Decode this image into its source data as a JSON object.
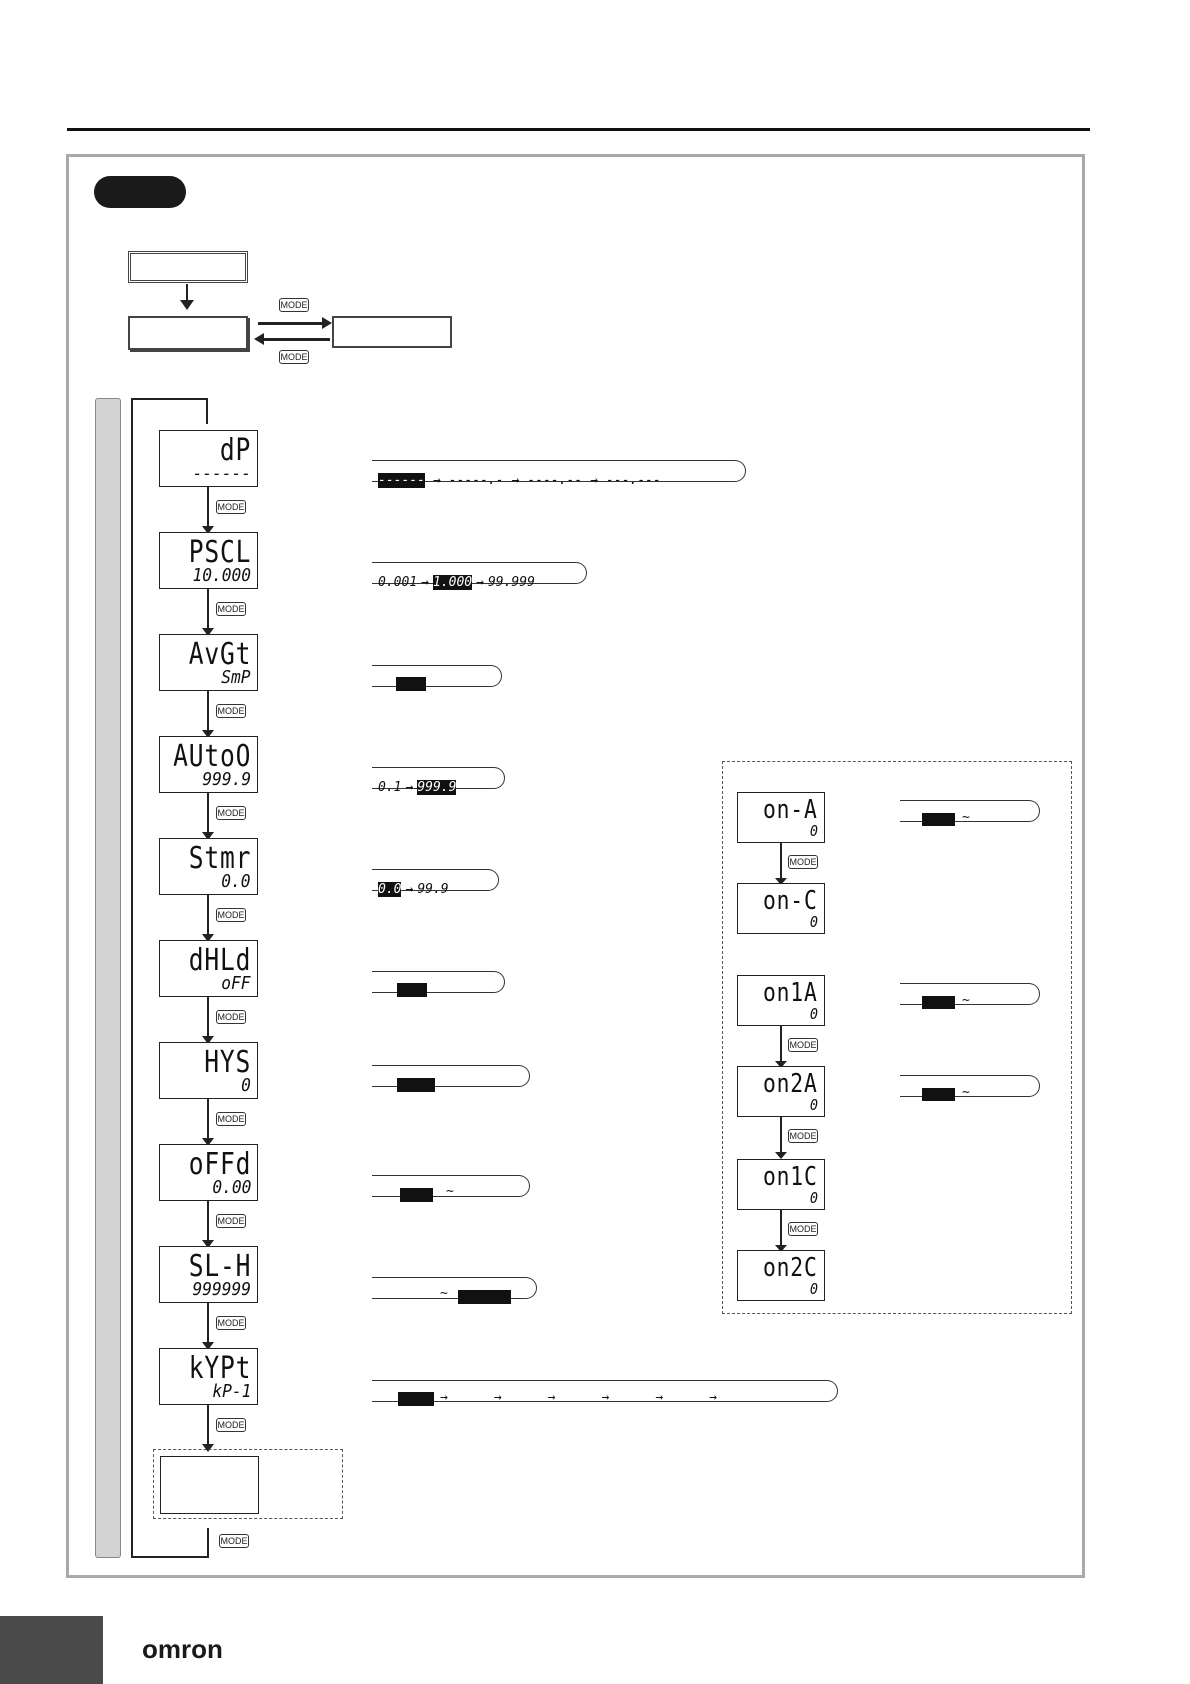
{
  "mode_key": "MODE",
  "main_screens": [
    {
      "top": "dP",
      "bottom": "------"
    },
    {
      "top": "PSCL",
      "bottom": "10.000"
    },
    {
      "top": "AvGt",
      "bottom": "SmP"
    },
    {
      "top": "AUtoO",
      "bottom": "999.9"
    },
    {
      "top": "Stmr",
      "bottom": "0.0"
    },
    {
      "top": "dHLd",
      "bottom": "oFF"
    },
    {
      "top": "HYS",
      "bottom": "0"
    },
    {
      "top": "oFFd",
      "bottom": "0.00"
    },
    {
      "top": "SL-H",
      "bottom": "999999"
    },
    {
      "top": "kYPt",
      "bottom": "kP-1"
    }
  ],
  "side_screens": [
    {
      "top": "on-A",
      "bottom": "0"
    },
    {
      "top": "on-C",
      "bottom": "0"
    },
    {
      "top": "on1A",
      "bottom": "0"
    },
    {
      "top": "on2A",
      "bottom": "0"
    },
    {
      "top": "on1C",
      "bottom": "0"
    },
    {
      "top": "on2C",
      "bottom": "0"
    }
  ],
  "options": {
    "dp": [
      "------",
      "-----.-",
      "----.--",
      "---.---"
    ],
    "pscl": [
      "0.001",
      "1.000",
      "99.999"
    ],
    "auto": [
      "0.1",
      "999.9"
    ],
    "stmr": [
      "0.0",
      "99.9"
    ],
    "tilde": "~"
  },
  "brand": "omron"
}
